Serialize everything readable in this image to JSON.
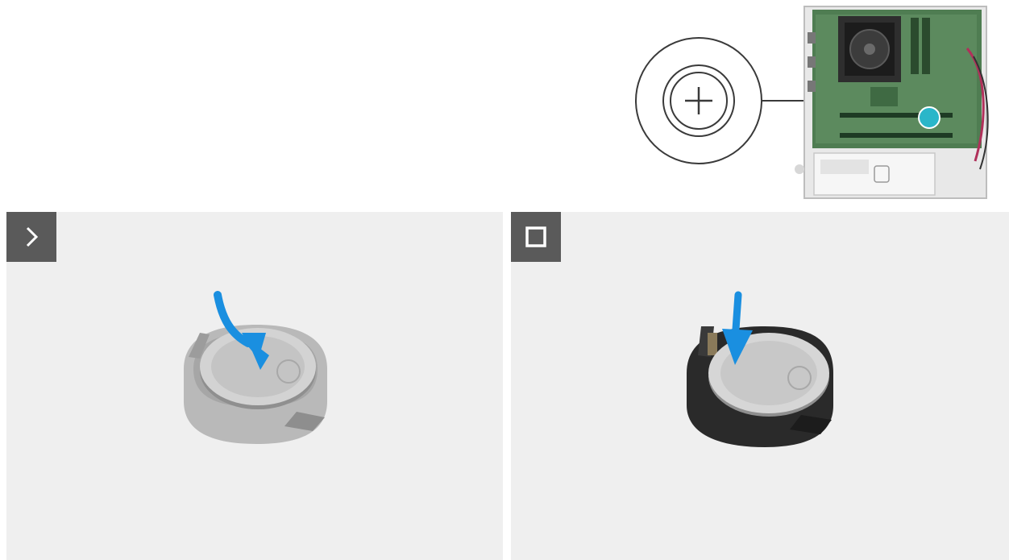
{
  "overview": {
    "callout_symbol": "+",
    "icon": "plus-in-double-circle"
  },
  "steps": [
    {
      "indicator": "chevron-right-icon",
      "badge_color": "#5a5a5a",
      "battery_style": "gray-holder",
      "arrow_color": "#1a8fe0"
    },
    {
      "indicator": "square-stop-icon",
      "badge_color": "#5a5a5a",
      "battery_style": "black-holder",
      "arrow_color": "#1a8fe0"
    }
  ],
  "colors": {
    "panel_bg": "#efefef",
    "badge": "#5a5a5a",
    "arrow": "#1a8fe0",
    "board": "#5c8a5e",
    "highlight": "#2ab6c9"
  }
}
